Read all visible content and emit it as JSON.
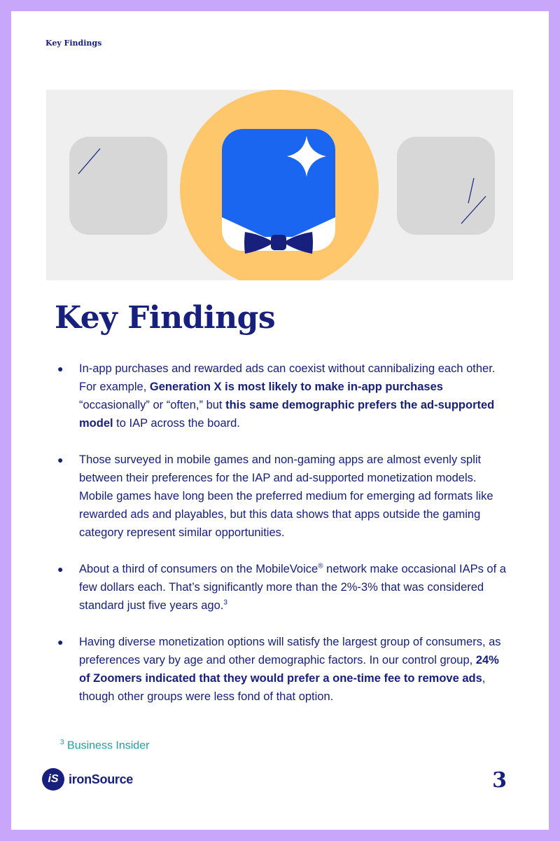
{
  "header": {
    "running_title": "Key Findings"
  },
  "title": "Key Findings",
  "findings": [
    {
      "segments": [
        {
          "text": "In-app purchases and rewarded ads can coexist without cannibalizing each other. For example, ",
          "bold": false
        },
        {
          "text": "Generation X is most likely to make in-app purchases",
          "bold": true
        },
        {
          "text": " “occasionally” or “often,” but ",
          "bold": false
        },
        {
          "text": "this same demographic prefers the ad-supported model",
          "bold": true
        },
        {
          "text": " to IAP across the board.",
          "bold": false
        }
      ]
    },
    {
      "segments": [
        {
          "text": "Those surveyed in mobile games and non-gaming apps are almost evenly split between their preferences for the IAP and ad-supported monetization models. Mobile games have long been the preferred medium for emerging ad formats like rewarded ads and playables, but this data shows that apps outside the gaming category represent similar opportunities.",
          "bold": false
        }
      ]
    },
    {
      "segments": [
        {
          "text": "About a third of consumers on the MobileVoice",
          "bold": false
        },
        {
          "text": "®",
          "sup": true
        },
        {
          "text": " network make occasional IAPs of a few dollars each. That’s significantly more than the 2%-3% that was considered standard just five years ago.",
          "bold": false
        },
        {
          "text": "3",
          "sup": true
        }
      ]
    },
    {
      "segments": [
        {
          "text": "Having diverse monetization options will satisfy the largest group of consumers, as preferences vary by age and other demographic factors. In our control group, ",
          "bold": false
        },
        {
          "text": "24% of Zoomers indicated that they would prefer a one-time fee to remove ads",
          "bold": true
        },
        {
          "text": ", though other groups were less fond of that option.",
          "bold": false
        }
      ]
    }
  ],
  "footnote": {
    "marker": "3",
    "text": "Business Insider"
  },
  "footer": {
    "logo_mark": "iS",
    "logo_text": "ironSource",
    "page_number": "3"
  },
  "colors": {
    "navy": "#17207d",
    "accent_blue": "#1a66f0",
    "circle": "#fec76b",
    "teal": "#1aa0a8",
    "frame": "#c8a7fa"
  }
}
